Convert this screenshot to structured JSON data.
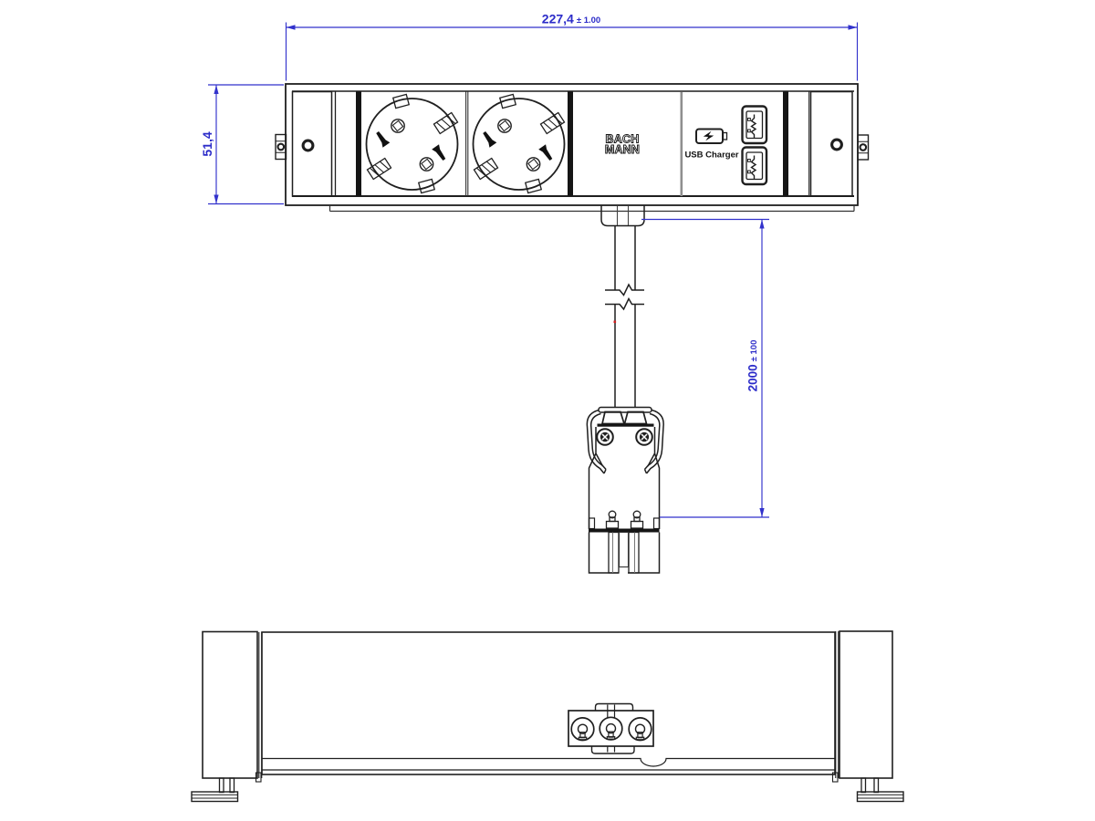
{
  "drawing": {
    "colors": {
      "line": "#1f1f1f",
      "dimension_blue": "#3232cc",
      "accent_red": "#cf2121",
      "background": "#ffffff"
    },
    "dimensions": {
      "width": {
        "value": "227,4",
        "tolerance": "± 1.00"
      },
      "height": {
        "value": "51,4"
      },
      "cable_length": {
        "value": "2000",
        "tolerance": "± 100"
      }
    },
    "front_view": {
      "brand": {
        "line1": "BACH",
        "line2": "MANN"
      },
      "usb_module": {
        "label": "USB Charger"
      }
    },
    "icons": [
      {
        "name": "schuko-socket-icon",
        "shape": "circle-with-earth-contacts"
      },
      {
        "name": "battery-charging-icon",
        "shape": "battery-with-lightning-bolt"
      },
      {
        "name": "usb-port-icon",
        "shape": "usb-a-receptacle"
      },
      {
        "name": "screw-hole-icon",
        "shape": "ring"
      },
      {
        "name": "mounting-clip-icon",
        "shape": "rect-with-circle"
      },
      {
        "name": "cable-break-icon",
        "shape": "zigzag-break-lines"
      },
      {
        "name": "gst18-plug-icon",
        "shape": "connector-outline"
      },
      {
        "name": "gst18-socket-icon",
        "shape": "three-pin-connector"
      }
    ]
  }
}
